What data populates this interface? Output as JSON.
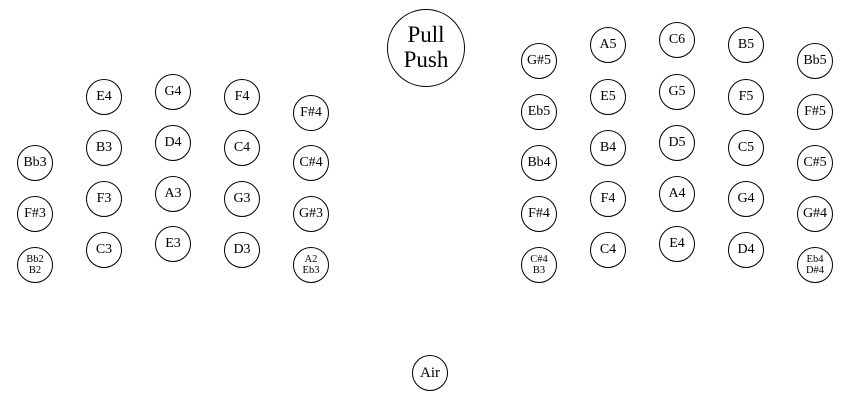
{
  "legend": {
    "top": "Pull",
    "bottom": "Push"
  },
  "air": "Air",
  "left_side": {
    "rows": [
      [
        null,
        "E4",
        "G4",
        "F4",
        "F#4"
      ],
      [
        "Bb3",
        "B3",
        "D4",
        "C4",
        "C#4"
      ],
      [
        "F#3",
        "F3",
        "A3",
        "G3",
        "G#3"
      ],
      [
        [
          "Bb2",
          "B2"
        ],
        "C3",
        "E3",
        "D3",
        [
          "A2",
          "Eb3"
        ]
      ]
    ]
  },
  "right_side": {
    "rows": [
      [
        "G#5",
        "A5",
        "C6",
        "B5",
        "Bb5"
      ],
      [
        "Eb5",
        "E5",
        "G5",
        "F5",
        "F#5"
      ],
      [
        "Bb4",
        "B4",
        "D5",
        "C5",
        "C#5"
      ],
      [
        "F#4",
        "F4",
        "A4",
        "G4",
        "G#4"
      ],
      [
        [
          "C#4",
          "B3"
        ],
        "C4",
        "E4",
        "D4",
        [
          "Eb4",
          "D#4"
        ]
      ]
    ]
  }
}
